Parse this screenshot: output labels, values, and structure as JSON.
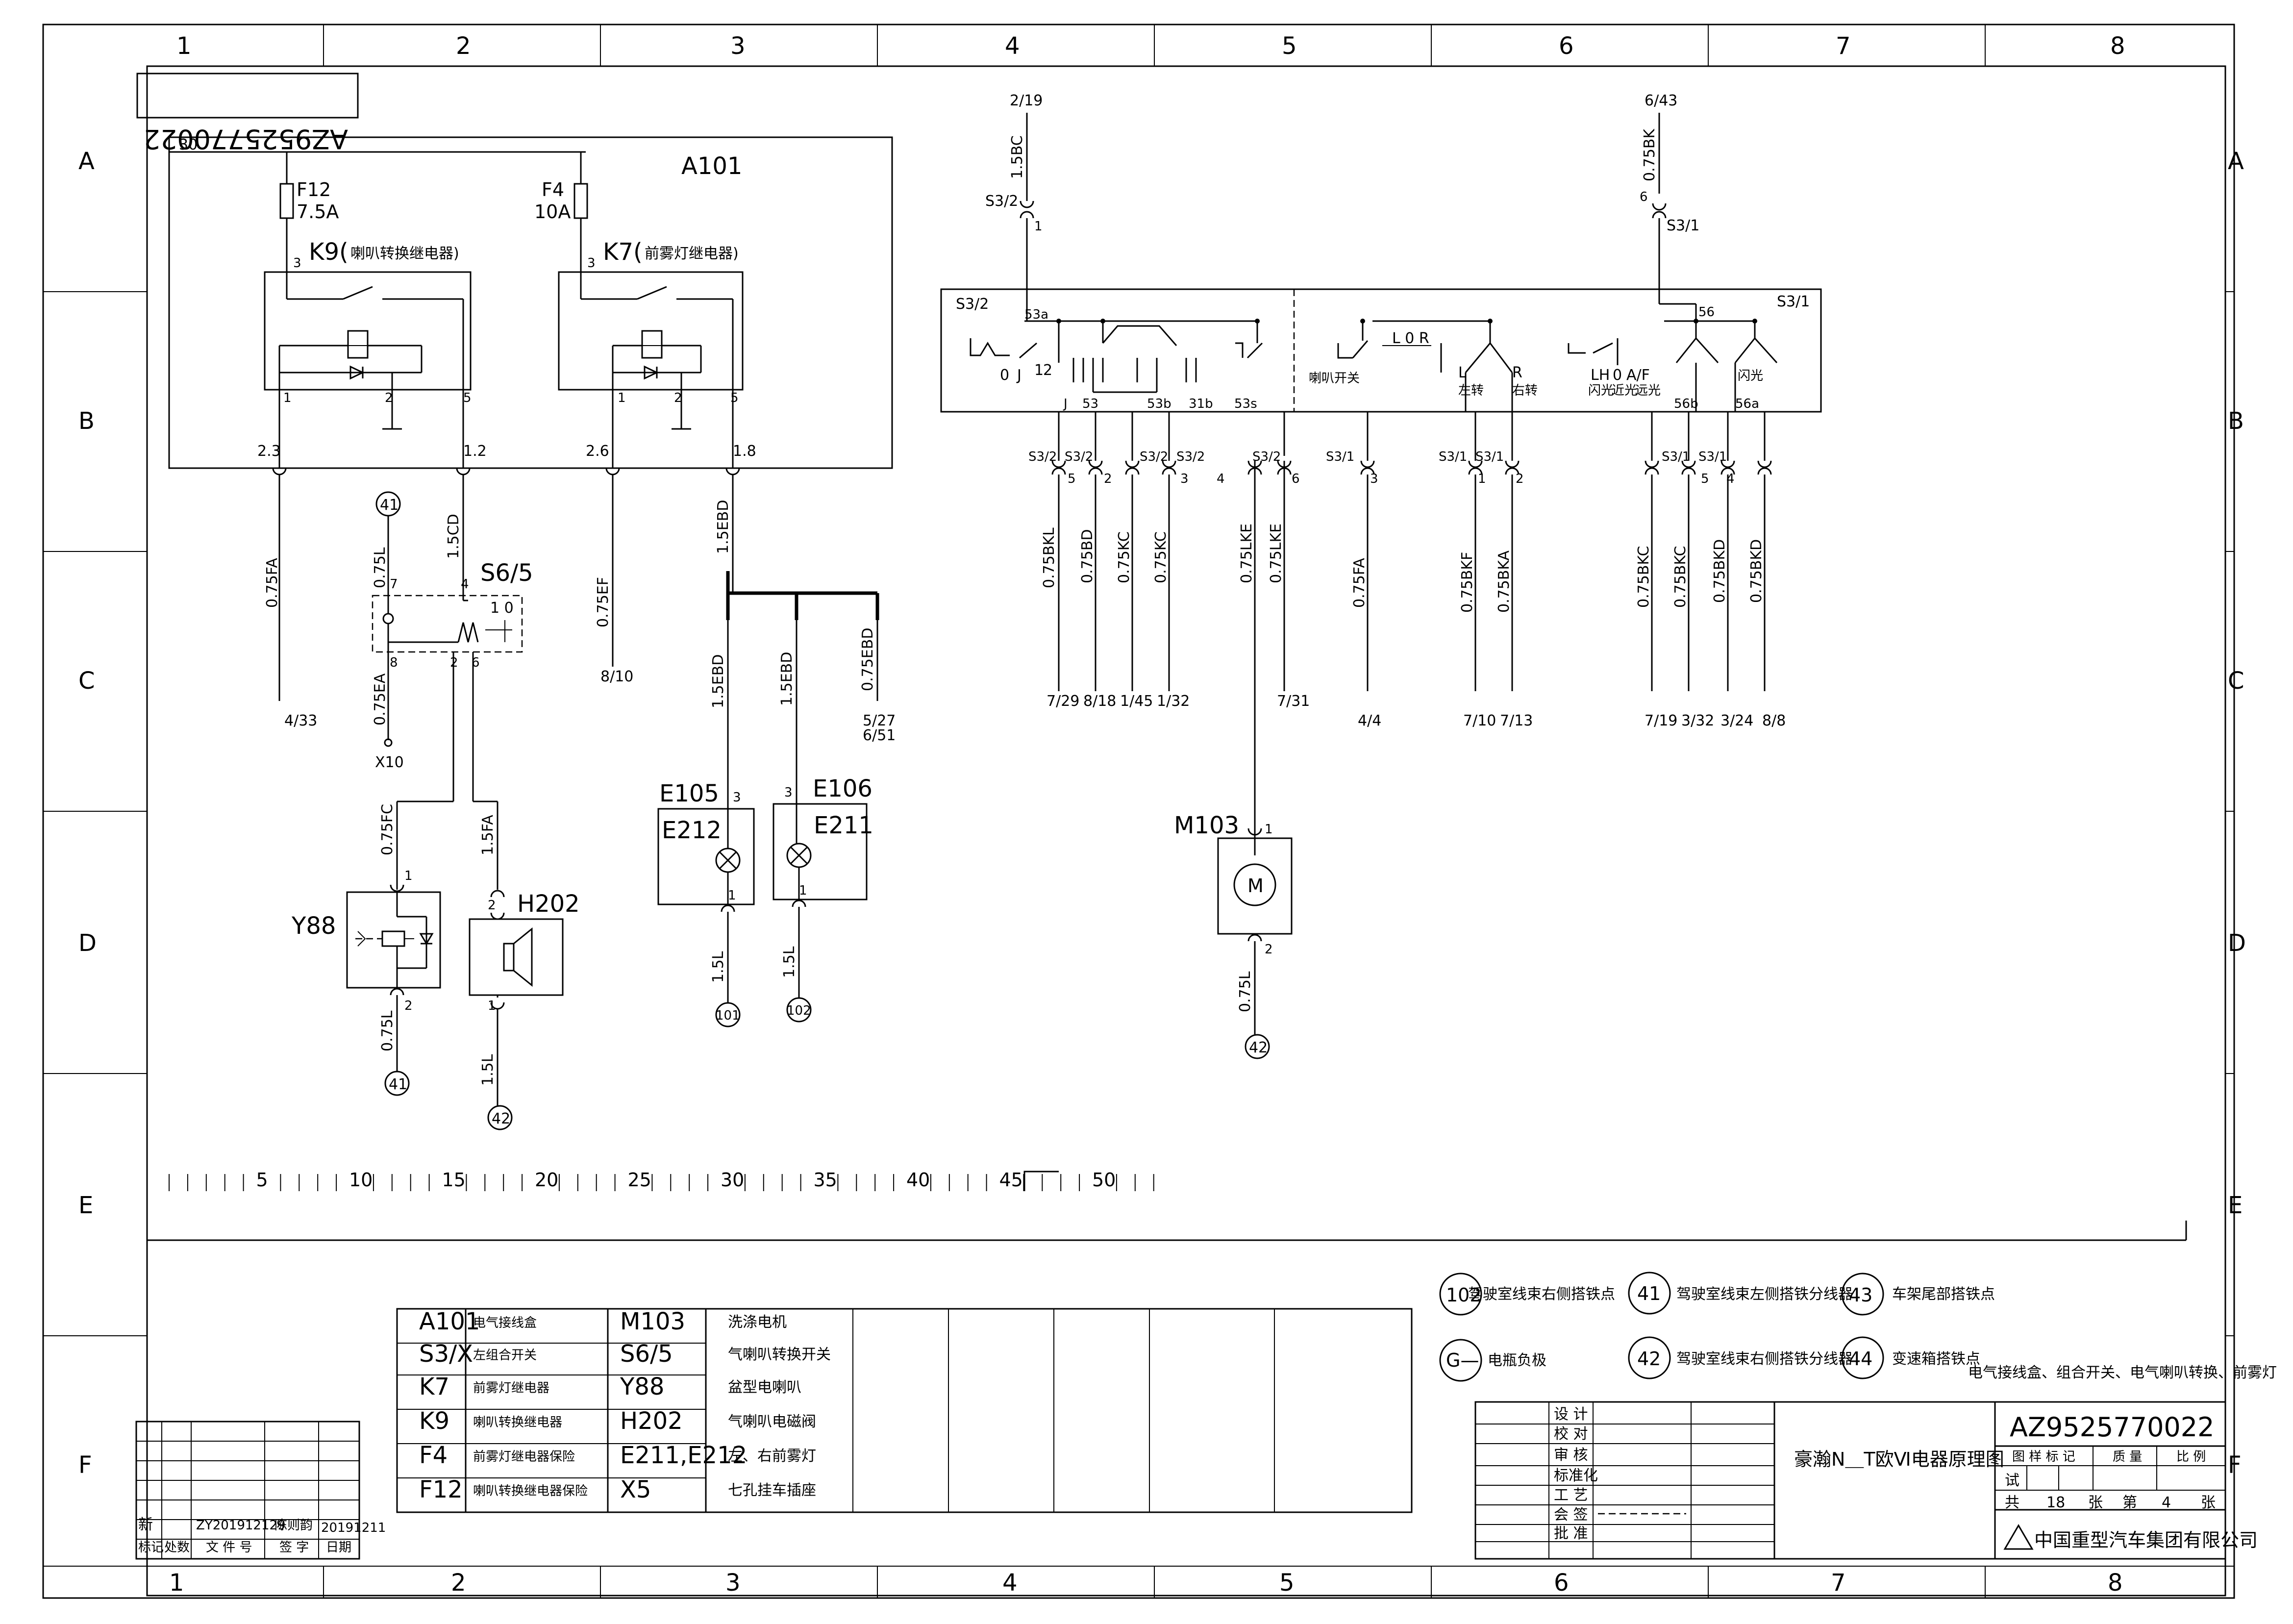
{
  "drawing_number": "AZ9525770022",
  "frame": {
    "columns": [
      "1",
      "2",
      "3",
      "4",
      "5",
      "6",
      "7",
      "8"
    ],
    "rows": [
      "A",
      "B",
      "C",
      "D",
      "E",
      "F"
    ]
  },
  "components": {
    "a101": {
      "label": "A101",
      "wire30": "30",
      "f12": {
        "name": "F12",
        "rating": "7.5A"
      },
      "f4": {
        "name": "F4",
        "rating": "10A"
      },
      "k9": {
        "name": "K9(",
        "desc": "喇叭转换继电器)",
        "pins": [
          "3",
          "1",
          "2",
          "5"
        ]
      },
      "k7": {
        "name": "K7(",
        "desc": "前雾灯继电器)",
        "pins": [
          "3",
          "1",
          "2",
          "5"
        ]
      },
      "terminals": [
        "2.3",
        "1.2",
        "2.6",
        "1.8"
      ]
    },
    "s6_5": {
      "name": "S6/5",
      "pins": [
        "7",
        "4",
        "8",
        "2",
        "6"
      ],
      "pos": "1 0"
    },
    "y88": {
      "name": "Y88",
      "pins": [
        "1",
        "2"
      ]
    },
    "h202": {
      "name": "H202",
      "pins": [
        "2",
        "1"
      ]
    },
    "e105": {
      "name": "E105",
      "inner": "E212",
      "pins": [
        "3",
        "1"
      ]
    },
    "e106": {
      "name": "E106",
      "inner": "E211",
      "pins": [
        "3",
        "1"
      ]
    },
    "m103": {
      "name": "M103",
      "pins": [
        "1",
        "2"
      ],
      "symbol": "M"
    },
    "s3_2": "S3/2",
    "s3_1": "S3/1"
  },
  "switch_box": {
    "left_label": "S3/2",
    "right_label": "S3/1",
    "contacts": [
      "53a",
      "J",
      "53",
      "53b",
      "31b",
      "53s",
      "56",
      "56b",
      "56a"
    ],
    "positions": [
      "0",
      "J",
      "1",
      "2"
    ],
    "lor": [
      "L 0 R",
      "L",
      "R"
    ],
    "lr_small": [
      "左转",
      "右转",
      "喇叭开关"
    ],
    "lh": [
      "LH",
      "0",
      "A/F"
    ],
    "lh_small": [
      "闪光",
      "近光",
      "远光",
      "闪光"
    ]
  },
  "wires": {
    "left_group": [
      "0.75FA",
      "1.5CD",
      "0.75L",
      "0.75EA",
      "0.75EF",
      "1.5EBD",
      "1.5EBD",
      "1.5EBD",
      "0.75EBD",
      "0.75FC",
      "1.5FA",
      "0.75L",
      "1.5L",
      "1.5L",
      "1.5L"
    ],
    "top_feeds": [
      {
        "dest": "2/19",
        "wire": "1.5BC",
        "plug": "S3/2",
        "pin": "1"
      },
      {
        "dest": "6/43",
        "wire": "0.75BK",
        "plug": "S3/1",
        "pin": "6"
      }
    ],
    "right_group": [
      {
        "plug": "S3/2",
        "pin": "5",
        "wire": "0.75BKL",
        "dest": "7/29"
      },
      {
        "plug": "S3/2",
        "pin": "2",
        "wire": "0.75BD",
        "dest": "8/18"
      },
      {
        "plug": "S3/2",
        "pin": "3",
        "wire": "0.75KC",
        "dest": "1/45"
      },
      {
        "plug": "S3/2",
        "pin": "4",
        "wire": "0.75KC",
        "dest": "1/32"
      },
      {
        "plug": "S3/2",
        "pin": "6",
        "wire": "0.75LKE",
        "dest": ""
      },
      {
        "plug": "",
        "pin": "",
        "wire": "0.75LKE",
        "dest": "7/31"
      },
      {
        "plug": "S3/1",
        "pin": "3",
        "wire": "0.75FA",
        "dest": "4/4"
      },
      {
        "plug": "S3/1",
        "pin": "1",
        "wire": "0.75BKF",
        "dest": "7/10"
      },
      {
        "plug": "S3/1",
        "pin": "2",
        "wire": "0.75BKA",
        "dest": "7/13"
      },
      {
        "plug": "S3/1",
        "pin": "5",
        "wire": "0.75BKC",
        "dest": "7/19"
      },
      {
        "plug": "S3/1",
        "pin": "",
        "wire": "0.75BKC",
        "dest": "3/32"
      },
      {
        "plug": "S3/1",
        "pin": "4",
        "wire": "0.75BKD",
        "dest": "3/24"
      },
      {
        "plug": "",
        "pin": "",
        "wire": "0.75BKD",
        "dest": "8/8"
      }
    ],
    "misc_refs": [
      "4/33",
      "X10",
      "8/10",
      "5/27",
      "6/51",
      "0.75L"
    ]
  },
  "grounds": [
    "41",
    "41",
    "42",
    "101",
    "102",
    "42"
  ],
  "ruler": [
    "5",
    "10",
    "15",
    "20",
    "25",
    "30",
    "35",
    "40",
    "45",
    "50"
  ],
  "legend": [
    {
      "c1": "A101",
      "d1": "电气接线盒",
      "c2": "M103",
      "d2": "洗涤电机"
    },
    {
      "c1": "S3/X",
      "d1": "左组合开关",
      "c2": "S6/5",
      "d2": "气喇叭转换开关"
    },
    {
      "c1": "K7",
      "d1": "前雾灯继电器",
      "c2": "Y88",
      "d2": "盆型电喇叭"
    },
    {
      "c1": "K9",
      "d1": "喇叭转换继电器",
      "c2": "H202",
      "d2": "气喇叭电磁阀"
    },
    {
      "c1": "F4",
      "d1": "前雾灯继电器保险",
      "c2": "E211,E212",
      "d2": "左、右前雾灯"
    },
    {
      "c1": "F12",
      "d1": "喇叭转换继电器保险",
      "c2": "X5",
      "d2": "七孔挂车插座"
    }
  ],
  "ground_legend": [
    {
      "num": "102",
      "text": "驾驶室线束右侧搭铁点"
    },
    {
      "num": "41",
      "text": "驾驶室线束左侧搭铁分线器"
    },
    {
      "num": "43",
      "text": "车架尾部搭铁点"
    },
    {
      "num": "G—",
      "text": "电瓶负极"
    },
    {
      "num": "42",
      "text": "驾驶室线束右侧搭铁分线器"
    },
    {
      "num": "44",
      "text": "变速箱搭铁点"
    }
  ],
  "scope_text": "电气接线盒、组合开关、电气喇叭转换、前雾灯",
  "revision": {
    "mark": "新",
    "doc_no": "ZY201912129",
    "signer": "陈则韵",
    "date": "20191211",
    "headers": [
      "标记",
      "处数",
      "文 件 号",
      "签 字",
      "日期"
    ]
  },
  "title_block": {
    "roles": [
      "设  计",
      "校  对",
      "审  核",
      "标准化",
      "工  艺",
      "会  签",
      "批  准"
    ],
    "title": "豪瀚N＿T欧Ⅵ电器原理图",
    "number": "AZ9525770022",
    "stage_headers": [
      "图 样 标 记",
      "质 量",
      "比 例"
    ],
    "stage": "试",
    "total_label": "共",
    "total": "18",
    "sheet_label": "张",
    "page_label": "第",
    "page": "4",
    "page_suffix": "张",
    "company": "中国重型汽车集团有限公司"
  }
}
